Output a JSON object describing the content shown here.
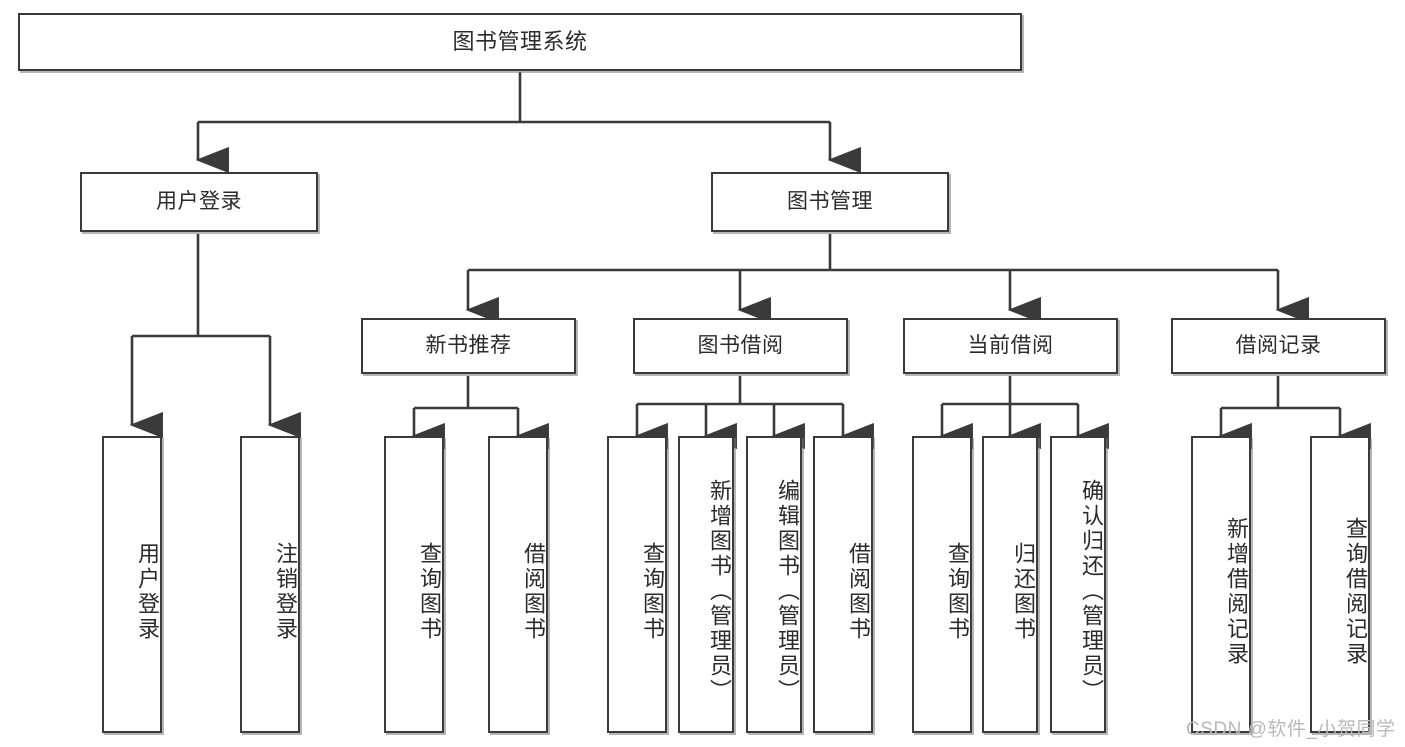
{
  "diagram": {
    "title": "图书管理系统",
    "watermark": "CSDN @软件_小贺同学",
    "colors": {
      "background": "#ffffff",
      "box_border": "#3a3a3a",
      "box_fill": "#ffffff",
      "connector": "#3a3a3a",
      "text": "#2b2b2b",
      "watermark": "#b9b9b9"
    },
    "nodes": {
      "root": {
        "label": "图书管理系统"
      },
      "level2": [
        {
          "label": "用户登录"
        },
        {
          "label": "图书管理"
        }
      ],
      "level3": [
        {
          "label": "新书推荐"
        },
        {
          "label": "图书借阅"
        },
        {
          "label": "当前借阅"
        },
        {
          "label": "借阅记录"
        }
      ],
      "leaves": {
        "user_login": [
          {
            "label": "用户登录"
          },
          {
            "label": "注销登录"
          }
        ],
        "new_book": [
          {
            "label": "查询图书"
          },
          {
            "label": "借阅图书"
          }
        ],
        "book_borrow": [
          {
            "label": "查询图书"
          },
          {
            "label": "新增图书（管理员）"
          },
          {
            "label": "编辑图书（管理员）"
          },
          {
            "label": "借阅图书"
          }
        ],
        "current_borrow": [
          {
            "label": "查询图书"
          },
          {
            "label": "归还图书"
          },
          {
            "label": "确认归还（管理员）"
          }
        ],
        "borrow_record": [
          {
            "label": "新增借阅记录"
          },
          {
            "label": "查询借阅记录"
          }
        ]
      }
    }
  }
}
